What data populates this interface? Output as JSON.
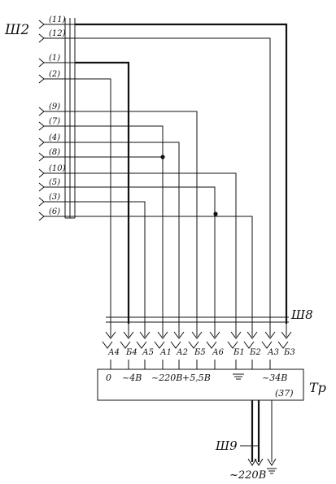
{
  "connector_sh2": {
    "label": "Ш2",
    "pins": [
      "(11)",
      "(12)",
      "(1)",
      "(2)",
      "(9)",
      "(7)",
      "(4)",
      "(8)",
      "(10)",
      "(5)",
      "(3)",
      "(6)"
    ]
  },
  "connector_sh8": {
    "label": "Ш8",
    "contacts": [
      "А4",
      "Б4",
      "А5",
      "А1",
      "А2",
      "Б5",
      "А6",
      "Б1",
      "Б2",
      "А3",
      "Б3"
    ]
  },
  "transformer": {
    "label": "Тр",
    "number": "(37)",
    "outputs": [
      "0",
      "~4В",
      "~220В",
      "+5,5В",
      "~34В"
    ]
  },
  "connector_sh9": {
    "label": "Ш9",
    "supply": "~220В"
  }
}
